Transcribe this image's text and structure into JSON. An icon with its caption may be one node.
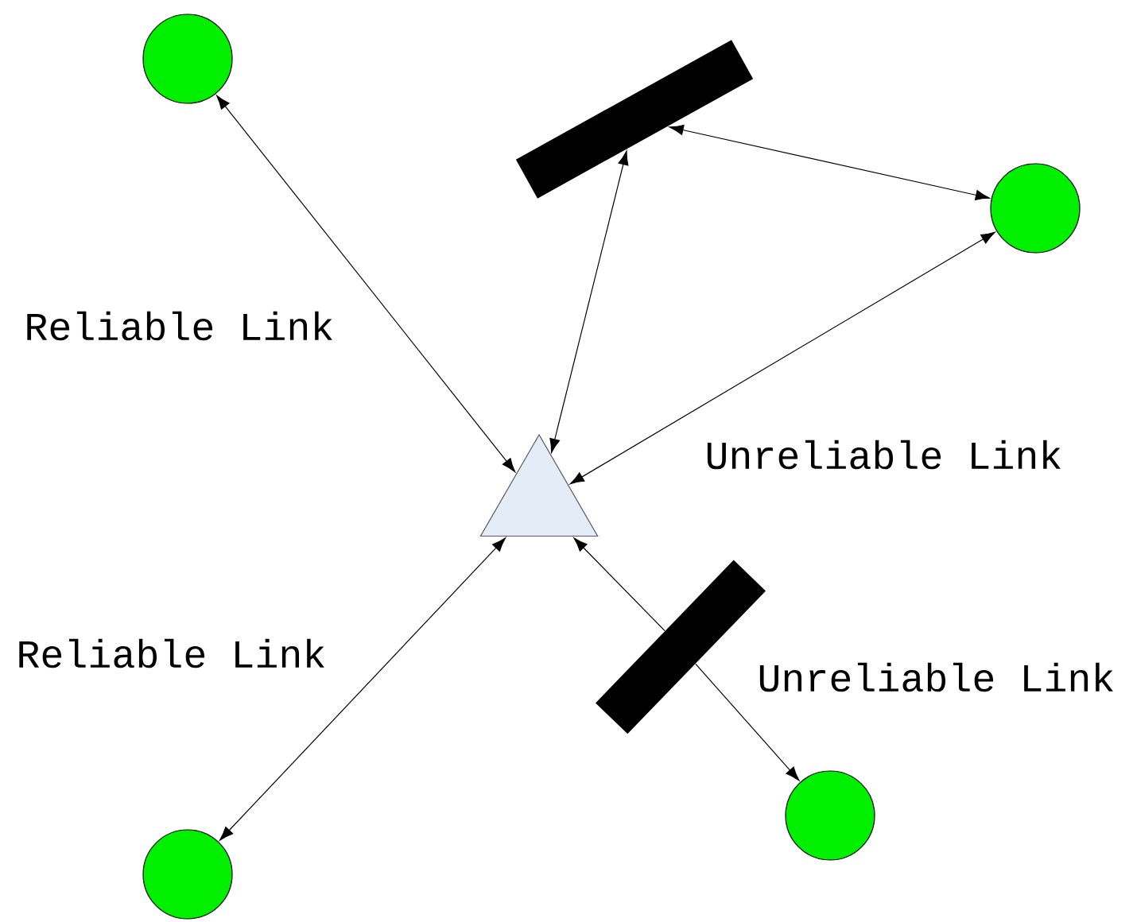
{
  "diagram": {
    "nodes": [
      {
        "text": [],
        "shape": "circle"
      },
      {
        "text": [],
        "shape": "bar"
      },
      {
        "text": [],
        "shape": "circle"
      },
      {
        "text": [],
        "shape": "triangle"
      },
      {
        "text": [],
        "shape": "bar"
      },
      {
        "text": [],
        "shape": "circle"
      },
      {
        "text": [],
        "shape": "circle"
      }
    ],
    "edges": [
      {
        "from": 0,
        "to": 3,
        "arrow": "both"
      },
      {
        "from": 1,
        "to": 3,
        "arrow": "both"
      },
      {
        "from": 1,
        "to": 2,
        "arrow": "both"
      },
      {
        "from": 2,
        "to": 3,
        "arrow": "both"
      },
      {
        "from": 6,
        "to": 3,
        "arrow": "both"
      },
      {
        "from": 4,
        "to": 3,
        "arrow": "to"
      },
      {
        "from": 4,
        "to": 5,
        "arrow": "to"
      }
    ],
    "labels": [
      "Reliable Link",
      "Unreliable Link",
      "Reliable Link",
      "Unreliable Link"
    ]
  }
}
